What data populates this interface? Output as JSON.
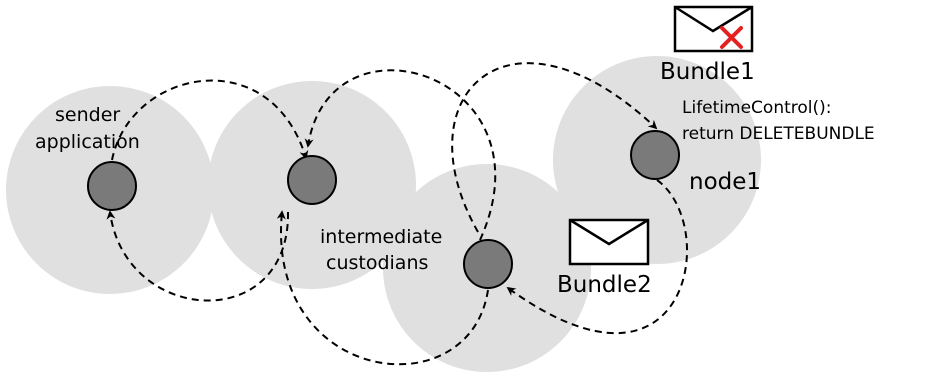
{
  "labels": {
    "sender": "sender",
    "application": "application",
    "intermediate": "intermediate",
    "custodians": "custodians",
    "lifetime_control": "LifetimeControl():",
    "return_delete": "return DELETEBUNDLE",
    "node1": "node1",
    "bundle1": "Bundle1",
    "bundle2": "Bundle2"
  },
  "colors": {
    "coverage_area": "#e0e0e0",
    "node_fill": "#7a7a7a",
    "stroke": "#000000",
    "delete_mark": "#e52020"
  },
  "icons": {
    "bundle1": "envelope-with-red-x-icon",
    "bundle2": "envelope-icon"
  }
}
